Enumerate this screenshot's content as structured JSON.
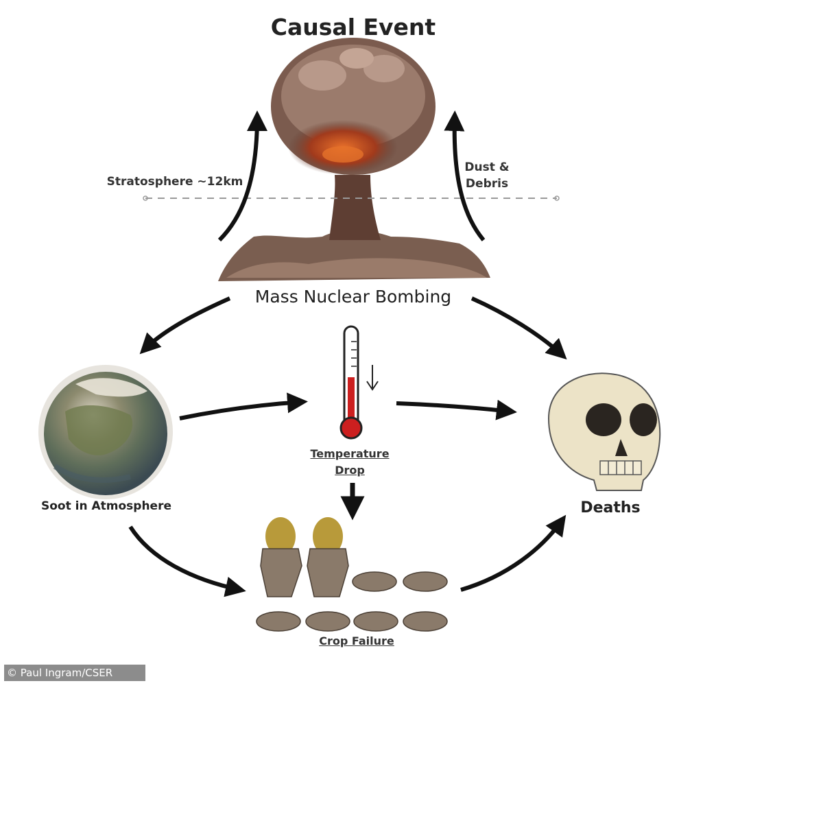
{
  "diagram": {
    "title": "Causal Event",
    "stratosphere_label": "Stratosphere ~12km",
    "dust_label": "Dust & Debris",
    "mass_label": "Mass Nuclear Bombing",
    "soot_label": "Soot in Atmosphere",
    "temp_label": "Temperature Drop",
    "deaths_label": "Deaths",
    "crop_label": "Crop Failure",
    "credit": "© Paul Ingram/CSER"
  },
  "colors": {
    "arrow": "#111111",
    "cloud": "#7a5a4a",
    "fire": "#c4431e",
    "mercury": "#cc1f1f",
    "bone": "#ece3c7",
    "sack": "#8a7a6a",
    "grain": "#b89a3a"
  },
  "icons": [
    "mushroom-cloud-icon",
    "earth-icon",
    "thermometer-icon",
    "skull-icon",
    "crop-sacks-icon"
  ]
}
